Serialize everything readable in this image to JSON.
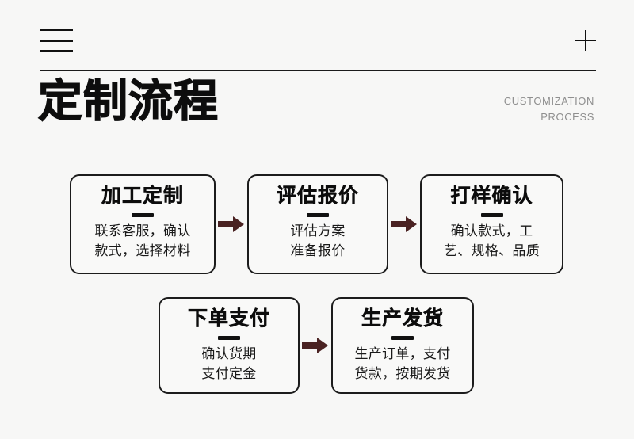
{
  "colors": {
    "background": "#f7f7f6",
    "ink": "#111111",
    "box_border": "#1c1c1c",
    "arrow": "#4a2222",
    "subtitle_gray": "#8f8f8f"
  },
  "header": {
    "menu_icon": "hamburger-icon",
    "add_icon": "plus-icon"
  },
  "title": {
    "main": "定制流程",
    "en_line_1": "CUSTOMIZATION",
    "en_line_2": "PROCESS"
  },
  "flow": {
    "arrow_icon": "arrow-right-icon",
    "rows": [
      {
        "steps": [
          {
            "title": "加工定制",
            "desc_lines": [
              "联系客服，确认",
              "款式，选择材料"
            ]
          },
          {
            "title": "评估报价",
            "desc_lines": [
              "评估方案",
              "准备报价"
            ]
          },
          {
            "title": "打样确认",
            "desc_lines": [
              "确认款式，工",
              "艺、规格、品质"
            ]
          }
        ]
      },
      {
        "steps": [
          {
            "title": "下单支付",
            "desc_lines": [
              "确认货期",
              "支付定金"
            ]
          },
          {
            "title": "生产发货",
            "desc_lines": [
              "生产订单，支付",
              "货款，按期发货"
            ]
          }
        ]
      }
    ]
  }
}
